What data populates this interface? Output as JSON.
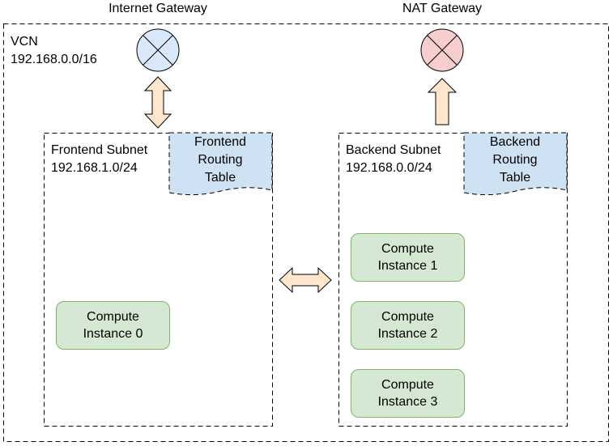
{
  "internet_gateway": {
    "label": "Internet Gateway",
    "fill": "#dae8fc",
    "stroke": "#6c8ebf"
  },
  "nat_gateway": {
    "label": "NAT Gateway",
    "fill": "#f8cecc",
    "stroke": "#b85450"
  },
  "vcn": {
    "name": "VCN",
    "cidr": "192.168.0.0/16"
  },
  "frontend_subnet": {
    "name": "Frontend Subnet",
    "cidr": "192.168.1.0/24",
    "routing_table": {
      "line1": "Frontend",
      "line2": "Routing",
      "line3": "Table"
    },
    "instances": [
      {
        "line1": "Compute",
        "line2": "Instance 0"
      }
    ]
  },
  "backend_subnet": {
    "name": "Backend Subnet",
    "cidr": "192.168.0.0/24",
    "routing_table": {
      "line1": "Backend",
      "line2": "Routing",
      "line3": "Table"
    },
    "instances": [
      {
        "line1": "Compute",
        "line2": "Instance 1"
      },
      {
        "line1": "Compute",
        "line2": "Instance 2"
      },
      {
        "line1": "Compute",
        "line2": "Instance 3"
      }
    ]
  },
  "colors": {
    "arrow_fill": "#ffe6cc",
    "arrow_stroke": "#000000",
    "table_fill": "#cfe2f3",
    "instance_fill": "#d5e8d4",
    "instance_stroke": "#82b366"
  }
}
